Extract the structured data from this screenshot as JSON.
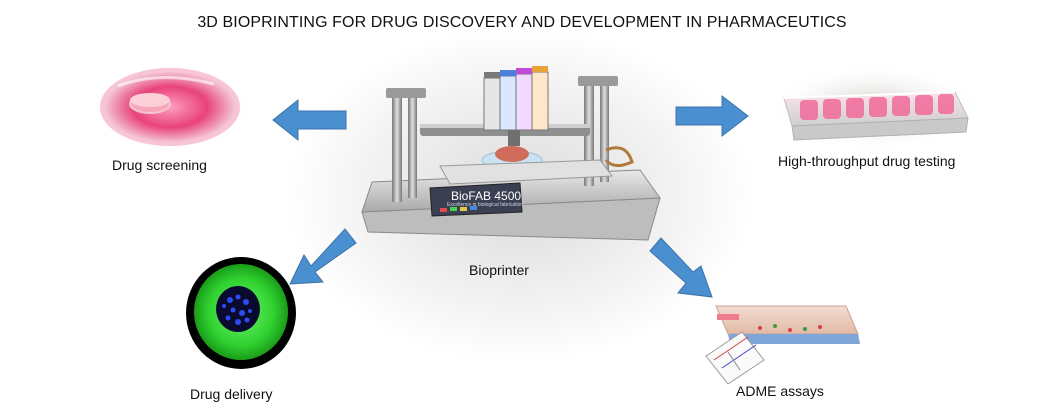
{
  "title": "3D BIOPRINTING FOR DRUG DISCOVERY AND DEVELOPMENT IN PHARMACEUTICS",
  "center": {
    "label": "Bioprinter",
    "device_panel_text": "BioFAB 4500",
    "device_panel_subtext": "Excellence in biological fabrication"
  },
  "applications": {
    "screening": "Drug screening",
    "high_throughput": "High-throughput drug testing",
    "delivery": "Drug delivery",
    "adme": "ADME assays"
  },
  "colors": {
    "arrow": "#4a8fd0",
    "arrow_edge": "#3b73a8",
    "dish_pink": "#e8437a",
    "delivery_green": "#2fd12f",
    "delivery_blue": "#1e2fb8"
  }
}
